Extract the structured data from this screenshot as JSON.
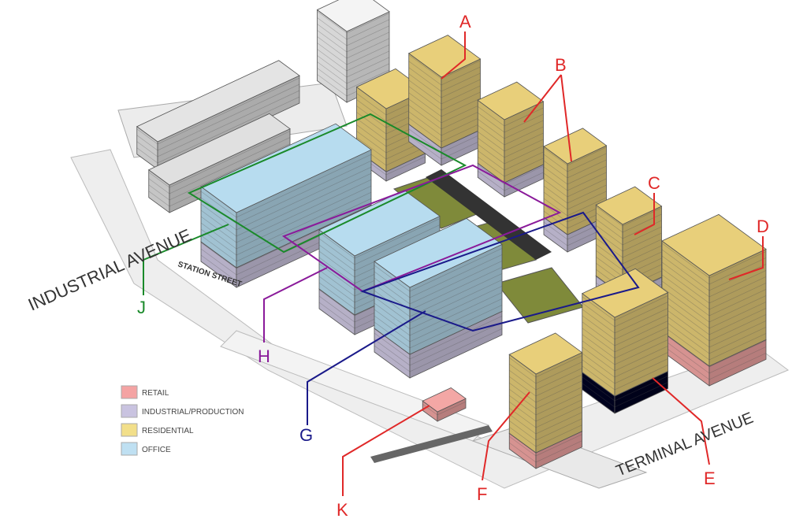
{
  "streets": {
    "industrial": "INDUSTRIAL AVENUE",
    "station": "STATION STREET",
    "terminal": "TERMINAL AVENUE"
  },
  "labels": {
    "A": "A",
    "B": "B",
    "C": "C",
    "D": "D",
    "E": "E",
    "F": "F",
    "G": "G",
    "H": "H",
    "J": "J",
    "K": "K"
  },
  "legend": [
    {
      "label": "RETAIL",
      "color": "#f4a3a3"
    },
    {
      "label": "INDUSTRIAL/PRODUCTION",
      "color": "#c9c3e0"
    },
    {
      "label": "RESIDENTIAL",
      "color": "#f2df8a"
    },
    {
      "label": "OFFICE",
      "color": "#bfe0f2"
    }
  ],
  "colors": {
    "callout_red": "#e02828",
    "callout_green": "#1a8a2a",
    "callout_purple": "#8a1a9a",
    "callout_navy": "#1a1a8a",
    "residential": "#e8cf7a",
    "office": "#b7dcef",
    "industrial": "#cfc8e2",
    "retail": "#f3a7a5",
    "green_roof": "#7f8a3a"
  }
}
